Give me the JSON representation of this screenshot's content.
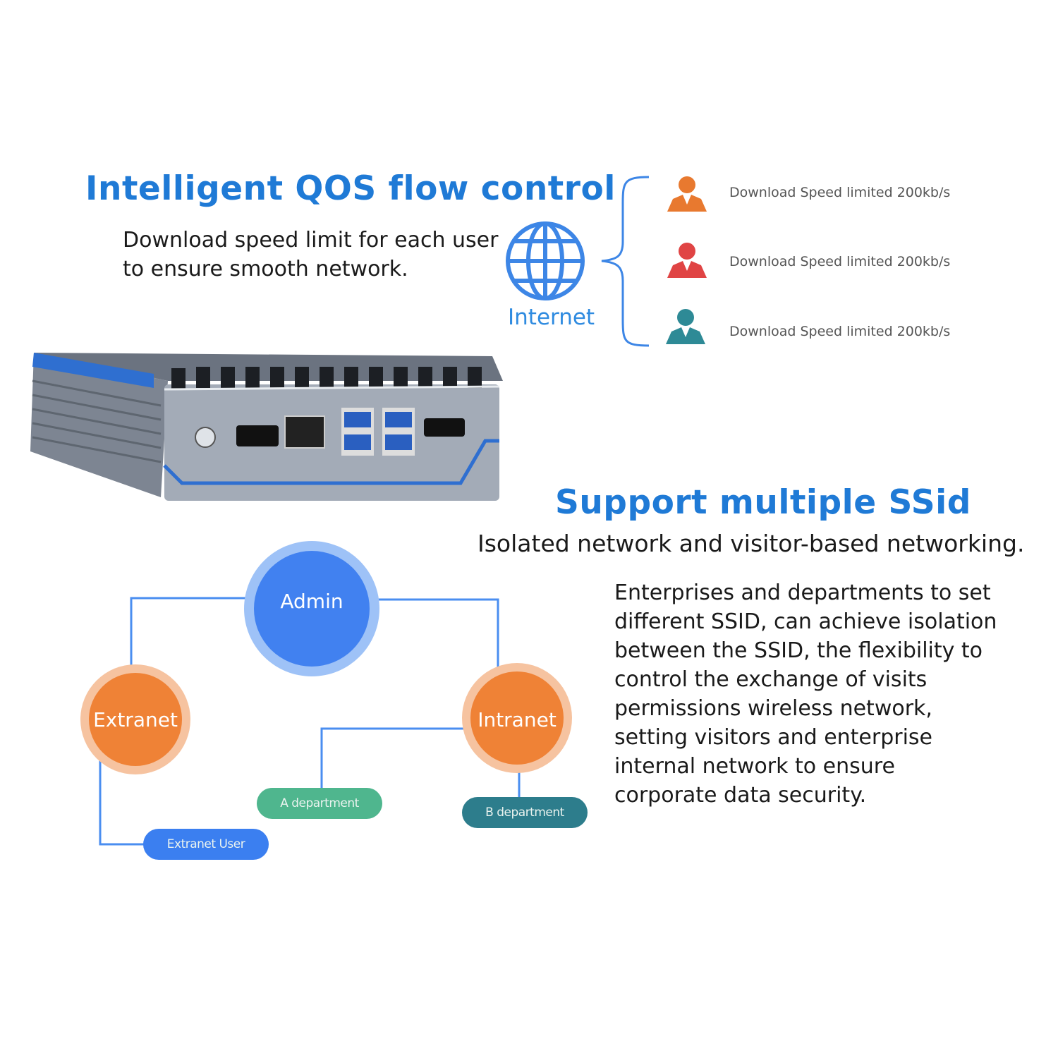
{
  "qos": {
    "title": "Intelligent QOS flow control",
    "subtitle_lines": [
      "Download speed limit for each user",
      "to ensure smooth network."
    ],
    "internet_label": "Internet",
    "users": [
      {
        "label": "Download Speed limited 200kb/s",
        "color": "#e8792f"
      },
      {
        "label": "Download Speed limited 200kb/s",
        "color": "#e04444"
      },
      {
        "label": "Download Speed limited 200kb/s",
        "color": "#2e8a96"
      }
    ]
  },
  "ssid": {
    "title": "Support multiple SSid",
    "subtitle": "Isolated network and visitor-based networking.",
    "description_lines": [
      "Enterprises and departments to set",
      "different SSID, can achieve isolation",
      "between the SSID, the flexibility to",
      "control the exchange of visits",
      "permissions wireless network,",
      "setting visitors and enterprise",
      "internal network to ensure",
      "corporate data security."
    ],
    "nodes": {
      "admin": "Admin",
      "extranet": "Extranet",
      "intranet": "Intranet"
    },
    "pills": {
      "a_dept": "A department",
      "b_dept": "B department",
      "extranet_user": "Extranet User"
    }
  },
  "colors": {
    "blue": "#1f7ad6",
    "orange": "#ef8236",
    "green": "#4fb68e",
    "teal": "#2d7d8c"
  }
}
